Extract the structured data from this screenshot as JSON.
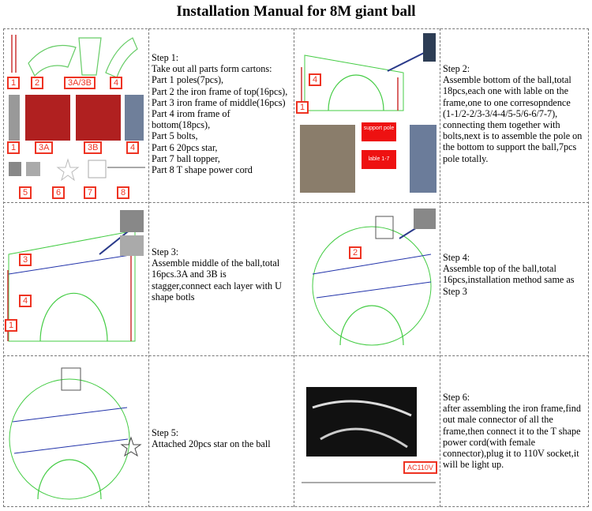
{
  "title": "Installation Manual for 8M giant ball",
  "steps": [
    {
      "text": "Step 1:\nTake out all parts form cartons:\nPart 1 poles(7pcs),\nPart 2 the iron frame of top(16pcs),\nPart 3 iron frame of middle(16pcs)\nPart 4 irom frame of\nbottom(18pcs),\nPart 5 bolts,\nPart 6 20pcs star,\nPart 7 ball topper,\nPart 8 T shape power cord"
    },
    {
      "text": "Step 2:\nAssemble bottom of the ball,total\n18pcs,each one with lable on the\nframe,one to one corresopndence\n(1-1/2-2/3-3/4-4/5-5/6-6/7-7),\nconnecting them together with\nbolts,next is to assemble the pole on\nthe bottom to support the ball,7pcs\npole totally."
    },
    {
      "text": "Step 3:\nAssemble middle of the ball,total\n16pcs.3A and 3B is\nstagger,connect each layer with U\nshape botls"
    },
    {
      "text": "Step 4:\nAssemble top of the ball,total\n16pcs,installation method same as\nStep 3"
    },
    {
      "text": "Step 5:\nAttached 20pcs star on the ball"
    },
    {
      "text": "Step 6:\nafter assembling the iron frame,find\nout male connector of all the\nframe,then connect it to the T shape\npower cord(with female\nconnector),plug it to 110V socket,it\nwill be light up."
    }
  ],
  "parts_labels": {
    "row1": [
      "1",
      "2",
      "3A/3B",
      "4"
    ],
    "row2": [
      "1",
      "3A",
      "3B",
      "4"
    ],
    "row3": [
      "5",
      "6",
      "7",
      "8"
    ]
  },
  "step2_labels": {
    "part4": "4",
    "part1": "1",
    "support_pole": "support pole",
    "lable": "lable 1-7"
  },
  "step3_labels": {
    "part3": "3",
    "part4": "4",
    "part1": "1"
  },
  "step4_labels": {
    "part2": "2"
  },
  "step6_labels": {
    "voltage": "AC110V"
  },
  "colors": {
    "frame_green": "#3bbf3b",
    "label_red": "#e32222",
    "blue_line": "#2233aa"
  }
}
